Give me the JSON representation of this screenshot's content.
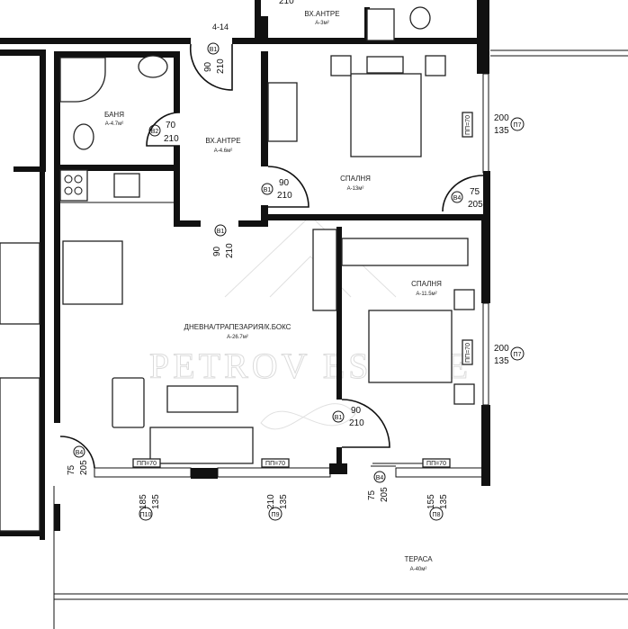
{
  "plan": {
    "unit_label": "4-14",
    "rooms": {
      "bathroom": {
        "name": "БАНЯ",
        "area": "А-4.7м²"
      },
      "entry_hall": {
        "name": "ВХ.АНТРЕ",
        "area": "А-4.6м²"
      },
      "entry_hall_top": {
        "name": "ВХ.АНТРЕ",
        "area": "А-3м²"
      },
      "bedroom_1": {
        "name": "СПАЛНЯ",
        "area": "А-13м²"
      },
      "bedroom_2": {
        "name": "СПАЛНЯ",
        "area": "А-11.5м²"
      },
      "living": {
        "name": "ДНЕВНА/ТРАПЕЗАРИЯ/К.БОКС",
        "area": "А-26.7м²"
      },
      "terrace": {
        "name": "ТЕРАСА",
        "area": "А-40м²"
      }
    },
    "doors": [
      {
        "tag": "В1",
        "w": "90",
        "h": "210"
      },
      {
        "tag": "В2",
        "w": "70",
        "h": "210"
      },
      {
        "tag": "В1",
        "w": "90",
        "h": "210"
      },
      {
        "tag": "В1",
        "w": "90",
        "h": "210"
      },
      {
        "tag": "В4",
        "w": "75",
        "h": "205"
      },
      {
        "tag": "В1",
        "w": "90",
        "h": "210"
      },
      {
        "tag": "В4",
        "w": "75",
        "h": "205"
      },
      {
        "tag": "В4",
        "w": "75",
        "h": "205"
      }
    ],
    "windows": [
      {
        "tag": "П7",
        "w": "200",
        "h": "135",
        "sill": "ПП=70"
      },
      {
        "tag": "П7",
        "w": "200",
        "h": "135",
        "sill": "ПП=70"
      },
      {
        "tag": "П10",
        "w": "185",
        "h": "135",
        "sill": "ПП=70"
      },
      {
        "tag": "П9",
        "w": "210",
        "h": "135",
        "sill": "ПП=70"
      },
      {
        "tag": "П8",
        "w": "155",
        "h": "135",
        "sill": "ПП=70"
      }
    ],
    "top_partial_dim": "210",
    "watermark": "PETROV ESTATE"
  }
}
